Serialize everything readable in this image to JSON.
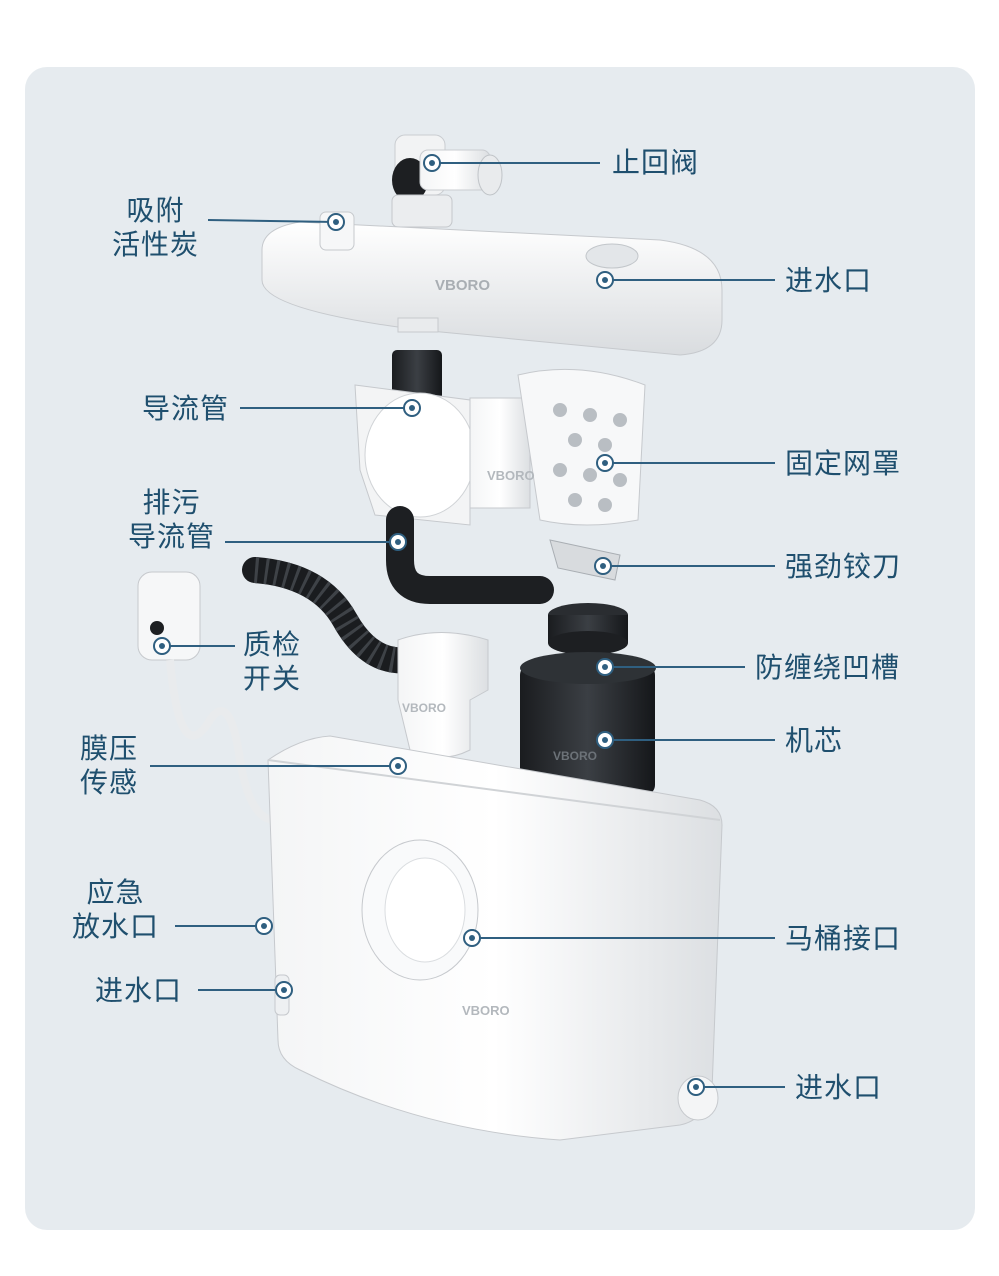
{
  "brand": "VBORO",
  "labels": {
    "check_valve": "止回阀",
    "carbon_line1": "吸附",
    "carbon_line2": "活性炭",
    "inlet_top": "进水口",
    "guide_pipe": "导流管",
    "fixed_mesh": "固定网罩",
    "drain_line1": "排污",
    "drain_line2": "导流管",
    "blade": "强劲铰刀",
    "switch_line1": "质检",
    "switch_line2": "开关",
    "groove": "防缠绕凹槽",
    "core": "机芯",
    "sensor_line1": "膜压",
    "sensor_line2": "传感",
    "emergency_line1": "应急",
    "emergency_line2": "放水口",
    "toilet": "马桶接口",
    "inlet_left": "进水口",
    "inlet_bottom": "进水口"
  },
  "colors": {
    "card": "#e6ebef",
    "label": "#1f4f6e",
    "leader": "#2f5f80"
  }
}
